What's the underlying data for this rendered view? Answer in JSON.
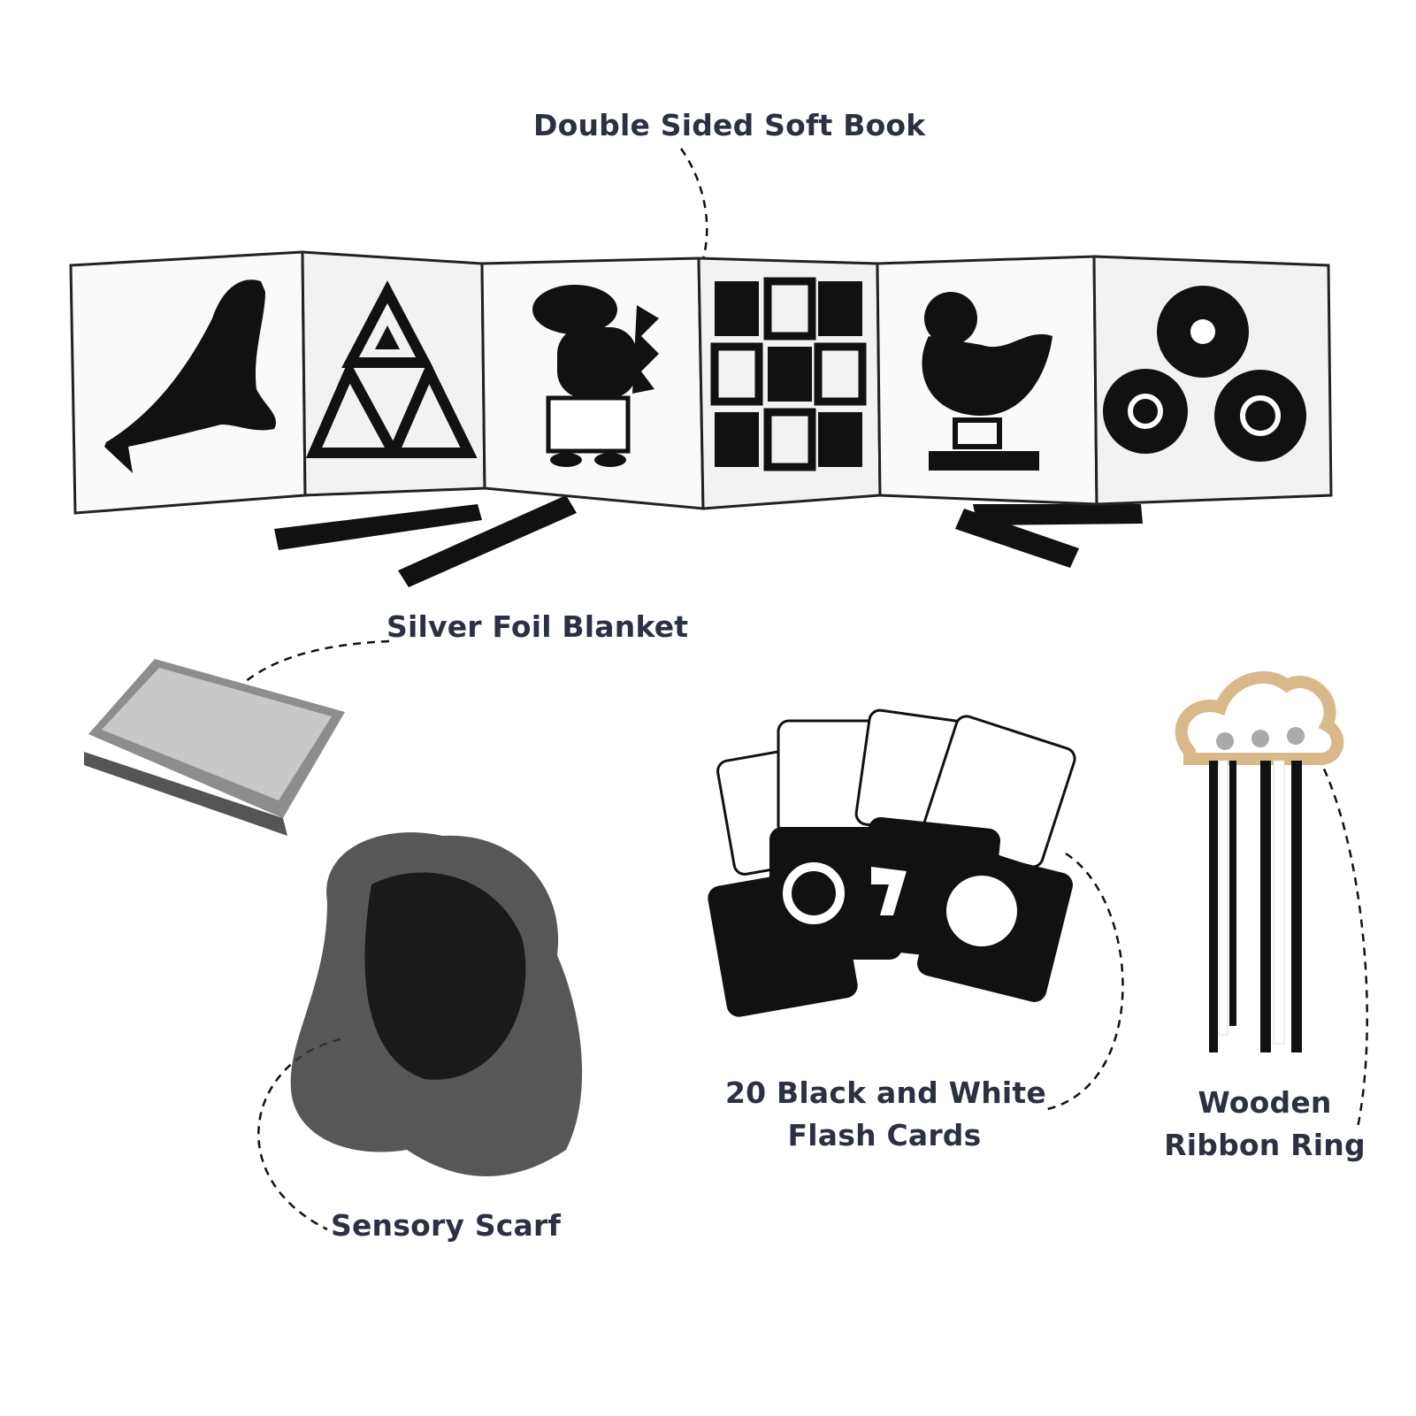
{
  "labels": {
    "soft_book": "Double Sided Soft Book",
    "foil_blanket": "Silver Foil Blanket",
    "scarf": "Sensory Scarf",
    "flash_cards_line1": "20 Black and White",
    "flash_cards_line2": "Flash Cards",
    "ribbon_ring_line1": "Wooden",
    "ribbon_ring_line2": "Ribbon Ring"
  }
}
